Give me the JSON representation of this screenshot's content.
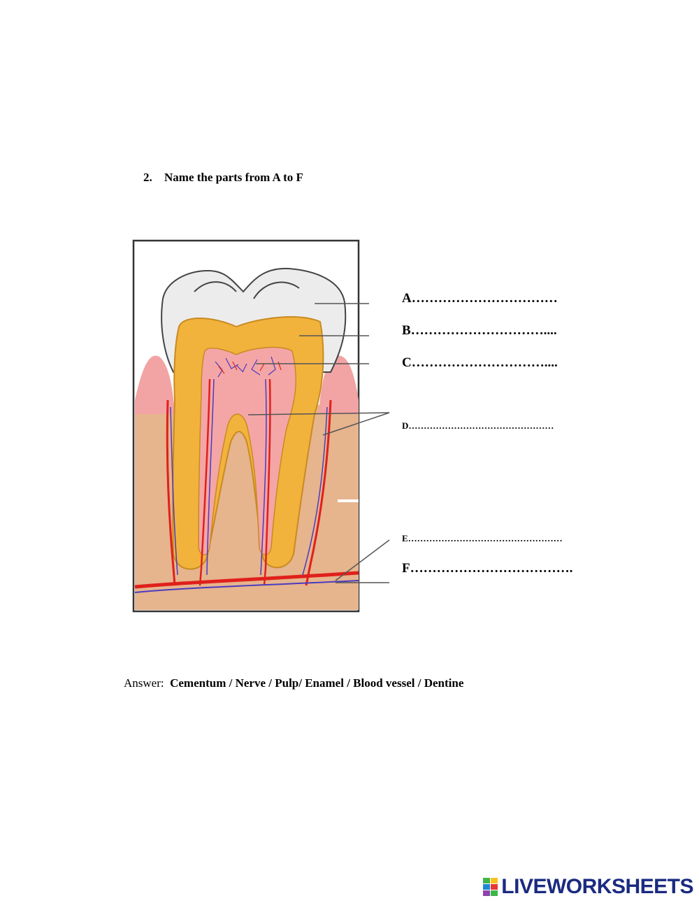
{
  "question": {
    "number": "2.",
    "text": "Name the parts from A to F"
  },
  "labels": {
    "a": "A……………………………",
    "b": "B…………………………....",
    "c": "C…………………………....",
    "d": "D…………………………………………",
    "e": "E……………………………………………",
    "f": "F………………………………."
  },
  "answer": {
    "prefix": "Answer:",
    "words": "Cementum  / Nerve / Pulp/  Enamel / Blood vessel / Dentine"
  },
  "brand": {
    "name": "LIVEWORKSHEETS",
    "color": "#1b2a80"
  },
  "colors": {
    "enamel": "#ececec",
    "dentine": "#f2b33d",
    "pulp": "#f4a6a6",
    "gum": "#e8b38c",
    "vessel_red": "#e0201b",
    "vessel_blue": "#4b3bbf"
  }
}
